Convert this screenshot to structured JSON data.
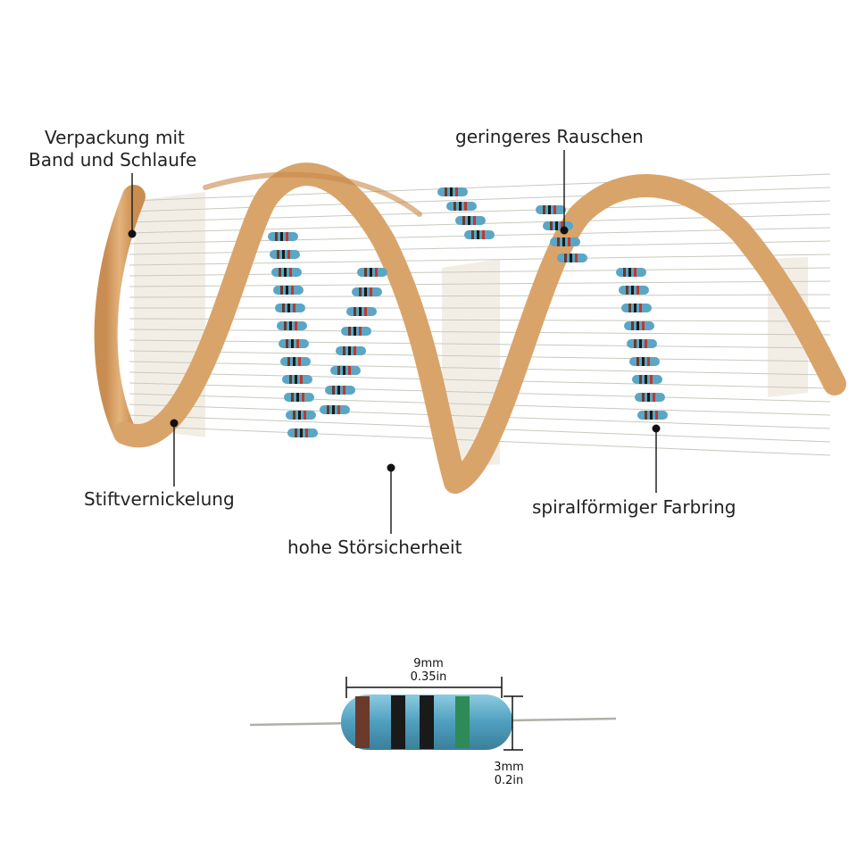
{
  "callouts": {
    "packaging_line1": "Verpackung mit",
    "packaging_line2": "Band und Schlaufe",
    "low_noise": "geringeres Rauschen",
    "nickel_pins": "Stiftvernickelung",
    "interference": "hohe Störsicherheit",
    "color_ring": "spiralförmiger Farbring"
  },
  "dimensions": {
    "length_mm": "9mm",
    "length_in": "0.35in",
    "diameter_mm": "3mm",
    "diameter_in": "0.2in"
  },
  "colors": {
    "tape": "#d9a46a",
    "tape_edge": "#c8894a",
    "resistor_body": "#5aa6c4",
    "lead": "#b8b8b0",
    "callout_line": "#222222"
  },
  "resistor_bands": [
    "#6b3a2a",
    "#1a1a1a",
    "#1a1a1a",
    "#2e8b57"
  ]
}
